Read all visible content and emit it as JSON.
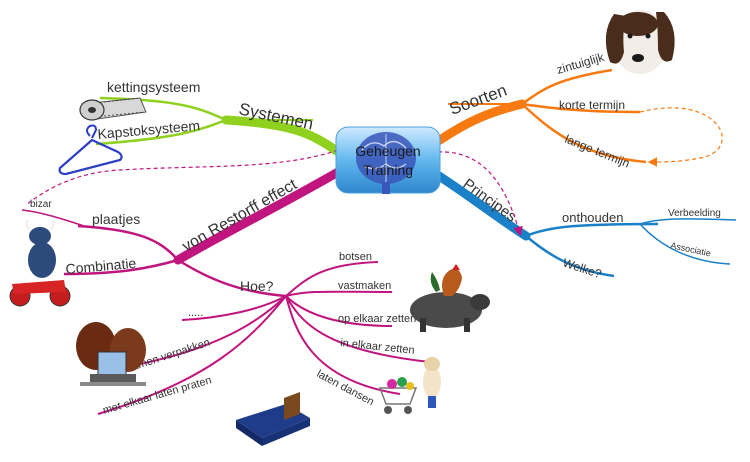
{
  "center": {
    "line1": "Geheugen",
    "line2": "Training"
  },
  "branches": {
    "systemen": {
      "label": "Systemen",
      "color": "#8fd11e",
      "children": [
        "kettingsysteem",
        "Kapstoksysteem"
      ]
    },
    "soorten": {
      "label": "Soorten",
      "color": "#f77a10",
      "children": [
        "zintuiglijk",
        "korte termijn",
        "lange termijn"
      ]
    },
    "principes": {
      "label": "Principes",
      "color": "#1a80c8",
      "children": {
        "onthouden": "onthouden",
        "welke": "Welke?"
      },
      "grandchildren": [
        "Verbeelding",
        "Associatie"
      ]
    },
    "restorff": {
      "label": "von Restorff effect",
      "color": "#c0147e",
      "children": [
        "plaatjes",
        "Combinatie"
      ],
      "grandchildren": [
        "bizar"
      ]
    },
    "hoe": {
      "label": "Hoe?",
      "color": "#c0147e",
      "children": [
        "botsen",
        "vastmaken",
        "op elkaar zetten",
        "in elkaar zetten",
        "laten dansen",
        "samen verpakken",
        "met elkaar laten praten",
        "....."
      ]
    }
  },
  "clipart": [
    "dog-clipart",
    "film-reel-clipart",
    "coat-hanger-clipart",
    "bull-scooter-clipart",
    "rooster-bull-clipart",
    "animals-computer-clipart",
    "bed-clipart",
    "cow-cart-clipart",
    "brain-clipart"
  ]
}
